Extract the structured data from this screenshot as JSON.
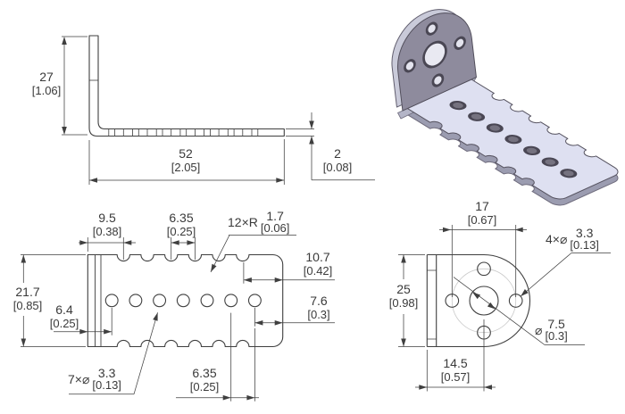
{
  "drawing": {
    "side_view": {
      "height": {
        "mm": "27",
        "in": "[1.06]"
      },
      "length": {
        "mm": "52",
        "in": "[2.05]"
      },
      "thickness": {
        "mm": "2",
        "in": "[0.08]"
      }
    },
    "top_view": {
      "edge_to_first_notch": {
        "mm": "9.5",
        "in": "[0.38]"
      },
      "notch_pitch": {
        "mm": "6.35",
        "in": "[0.25]"
      },
      "notch_radius": {
        "prefix": "12×R",
        "mm": "1.7",
        "in": "[0.06]"
      },
      "end_to_last_notch": {
        "mm": "10.7",
        "in": "[0.42]"
      },
      "end_to_last_hole": {
        "mm": "7.6",
        "in": "[0.3]"
      },
      "width": {
        "mm": "21.7",
        "in": "[0.85]"
      },
      "edge_to_first_hole": {
        "mm": "6.4",
        "in": "[0.25]"
      },
      "holes": {
        "prefix": "7×⌀",
        "mm": "3.3",
        "in": "[0.13]"
      },
      "hole_pitch": {
        "mm": "6.35",
        "in": "[0.25]"
      }
    },
    "front_view": {
      "mount_hole_span": {
        "mm": "17",
        "in": "[0.67]"
      },
      "mount_holes": {
        "prefix": "4×⌀",
        "mm": "3.3",
        "in": "[0.13]"
      },
      "height": {
        "mm": "25",
        "in": "[0.98]"
      },
      "center_hole": {
        "prefix": "⌀",
        "mm": "7.5",
        "in": "[0.3]"
      },
      "edge_to_center": {
        "mm": "14.5",
        "in": "[0.57]"
      }
    },
    "colors": {
      "line": "#3f3f3f",
      "flange_face": "#8e8b9d",
      "plate_face": "#dee0f1",
      "plate_edge": "#9b9cb0",
      "flange_rim": "#c9cad9"
    }
  }
}
